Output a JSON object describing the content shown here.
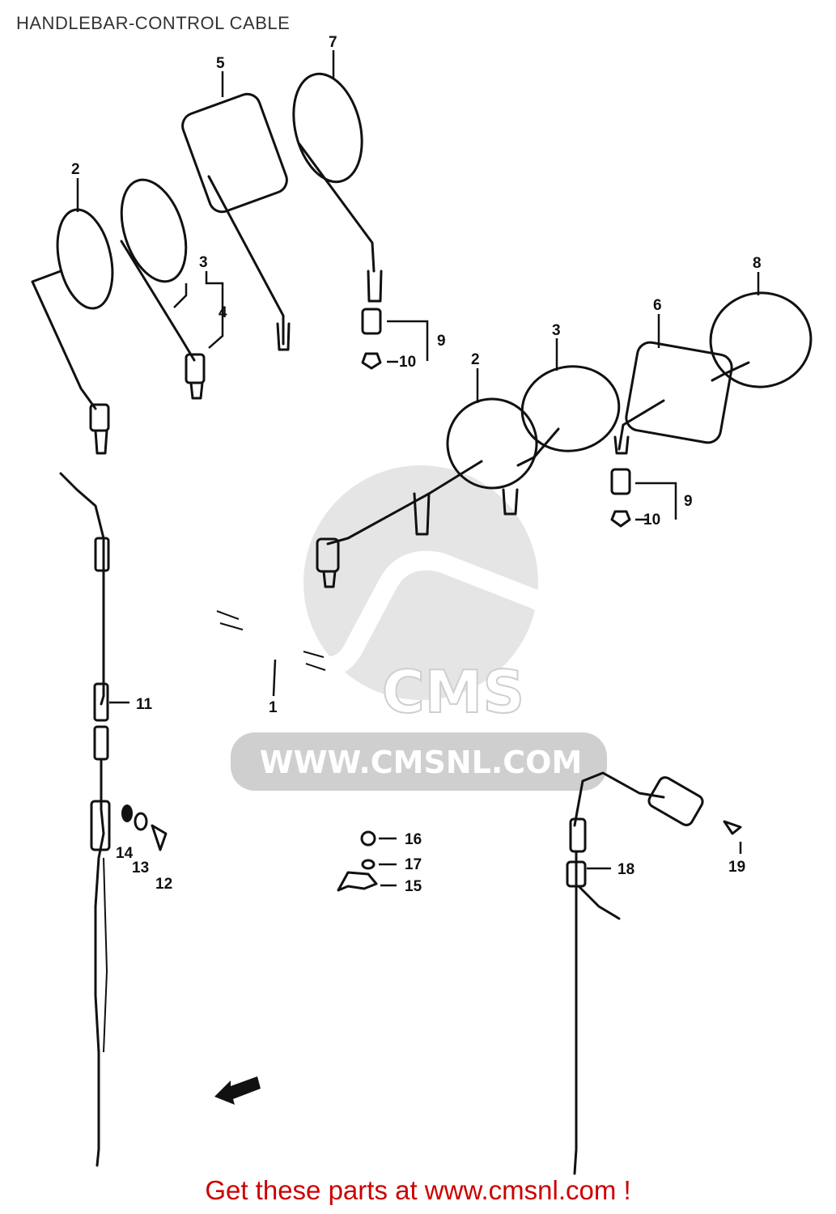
{
  "title": "HANDLEBAR-CONTROL CABLE",
  "watermark": {
    "logo_text": "CMS",
    "url_text": "WWW.CMSNL.COM"
  },
  "footer": {
    "text": "Get these parts at www.cmsnl.com !"
  },
  "part_labels": [
    "1",
    "2",
    "3",
    "4",
    "5",
    "6",
    "7",
    "8",
    "9",
    "10",
    "11",
    "12",
    "13",
    "14",
    "15",
    "16",
    "17",
    "18",
    "19"
  ],
  "labels": {
    "l1": "1",
    "l2a": "2",
    "l2b": "2",
    "l3a": "3",
    "l3b": "3",
    "l4": "4",
    "l5": "5",
    "l6": "6",
    "l7": "7",
    "l8": "8",
    "l9a": "9",
    "l9b": "9",
    "l10a": "10",
    "l10b": "10",
    "l11": "11",
    "l12": "12",
    "l13": "13",
    "l14": "14",
    "l15": "15",
    "l16": "16",
    "l17": "17",
    "l18": "18",
    "l19": "19"
  },
  "colors": {
    "footer": "#cc0000",
    "line": "#111111",
    "watermark": "#cfcfcf"
  }
}
